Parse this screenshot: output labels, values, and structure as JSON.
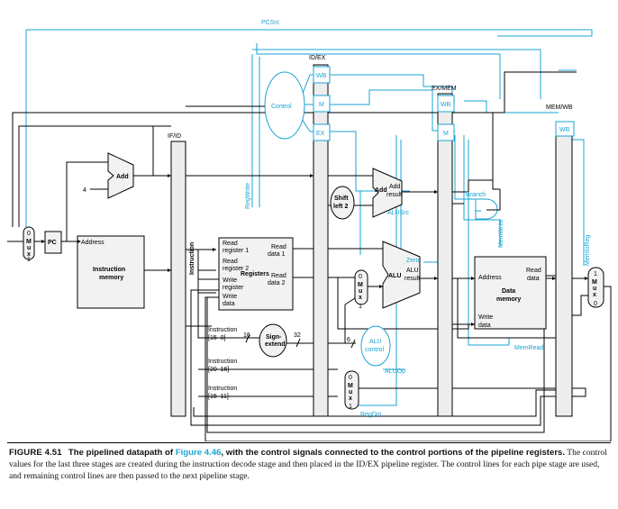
{
  "labels": {
    "pcsrc": "PCSrc",
    "id_ex": "ID/EX",
    "ex_mem": "EX/MEM",
    "mem_wb": "MEM/WB",
    "if_id": "IF/ID",
    "control": "Control",
    "wb": "WB",
    "m": "M",
    "ex": "EX",
    "add": "Add",
    "four": "4",
    "pc": "PC",
    "mux": "M\nu\nx",
    "mux_0": "0",
    "mux_1": "1",
    "address": "Address",
    "instruction_memory": "Instruction\nmemory",
    "instruction": "Instruction",
    "regwrite": "RegWrite",
    "read_register_1": "Read\nregister 1",
    "read_register_2": "Read\nregister 2",
    "write_register": "Write\nregister",
    "write_data": "Write\ndata",
    "registers": "Registers",
    "read_data_1": "Read\ndata 1",
    "read_data_2": "Read\ndata 2",
    "shift_left_2": "Shift\nleft 2",
    "add_result": "Add Add\nresult",
    "alusrc": "ALUSrc",
    "branch": "Branch",
    "memwrite": "MemWrite",
    "memtoreg": "MemtoReg",
    "zero": "Zero",
    "alu": "ALU",
    "alu_result": "ALU\nresult",
    "data_memory": "Data\nmemory",
    "read_data": "Read\ndata",
    "alu_control": "ALU\ncontrol",
    "memread": "MemRead",
    "aluop": "ALUOp",
    "regdst": "RegDst",
    "sign_extend": "Sign-\nextend",
    "n16": "16",
    "n32": "32",
    "n6": "6",
    "instr_15_0": "Instruction\n[15–0]",
    "instr_20_16": "Instruction\n[20–16]",
    "instr_15_11": "Instruction\n[15–11]"
  },
  "caption": {
    "figure_label": "FIGURE 4.51",
    "title_part1": "The pipelined datapath of ",
    "title_ref": "Figure 4.46",
    "title_part2": ", with the control signals connected to the control portions of the pipeline registers.",
    "body": "The control values for the last three stages are created during the instruction decode stage and then placed in the ID/EX pipeline register. The control lines for each pipe stage are used, and remaining control lines are then passed to the next pipeline stage."
  },
  "colors": {
    "control": "#1aa3d4",
    "datapath": "#000000",
    "block_fill": "#f2f2f2"
  }
}
